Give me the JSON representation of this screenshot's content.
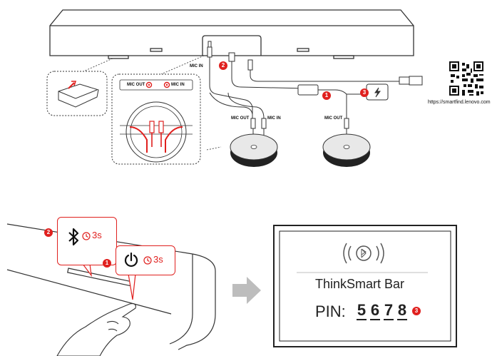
{
  "top_diagram": {
    "port_labels": {
      "mic_out": "MIC OUT",
      "mic_in": "MIC IN"
    },
    "cable_labels": {
      "mic_in_top": "MIC IN",
      "mic_out_left": "MIC OUT",
      "mic_in_left": "MIC IN",
      "mic_out_right": "MIC OUT"
    },
    "badges": [
      "2",
      "1",
      "3"
    ],
    "qr_url": "https://smartfind.lenovo.com"
  },
  "bottom_diagram": {
    "callout_bluetooth": {
      "step": "2",
      "duration": "3s"
    },
    "callout_power": {
      "step": "1",
      "duration": "3s"
    },
    "screen": {
      "title": "ThinkSmart Bar",
      "pin_label": "PIN:",
      "pin_digits": [
        "5",
        "6",
        "7",
        "8"
      ],
      "step": "3"
    }
  },
  "colors": {
    "accent": "#e0201e",
    "line": "#333333"
  },
  "icons": [
    "bluetooth-icon",
    "power-icon",
    "clock-icon",
    "arrow-right-icon",
    "qr-code-icon",
    "usb-icon"
  ]
}
